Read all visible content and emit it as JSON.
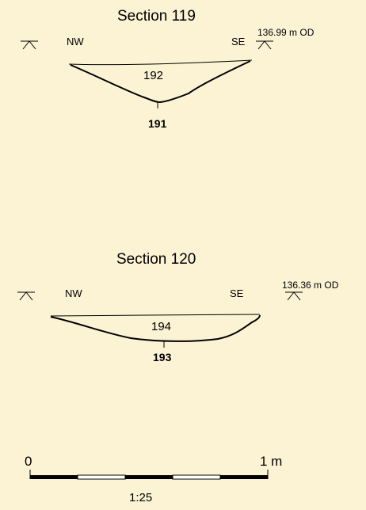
{
  "sections": [
    {
      "title": "Section 119",
      "left_orientation": "NW",
      "right_orientation": "SE",
      "datum": "136.99 m OD",
      "fill_context": "192",
      "cut_context": "191"
    },
    {
      "title": "Section 120",
      "left_orientation": "NW",
      "right_orientation": "SE",
      "datum": "136.36 m OD",
      "fill_context": "194",
      "cut_context": "193"
    }
  ],
  "scale_bar": {
    "start_label": "0",
    "end_label": "1 m",
    "ratio": "1:25"
  },
  "colors": {
    "background": "#fcf2d4",
    "ink": "#000000",
    "scale_white": "#ffffff"
  }
}
